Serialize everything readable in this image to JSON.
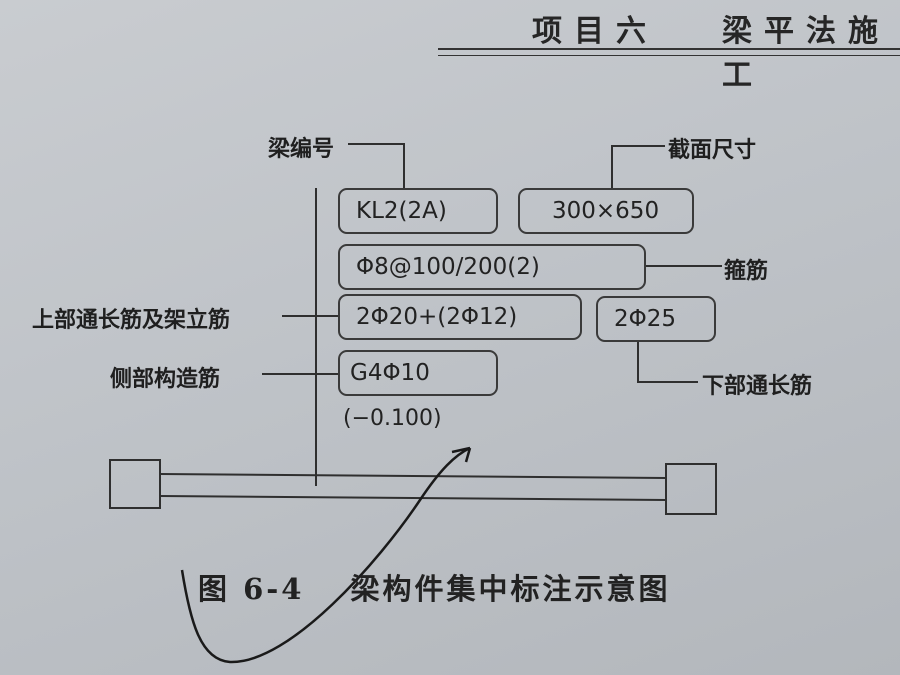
{
  "header": {
    "project": "项目六",
    "chapter": "梁平法施工"
  },
  "boxes": {
    "beam_id": "KL2(2A)",
    "section_size": "300×650",
    "stirrup": "Φ8@100/200(2)",
    "top_bars": "2Φ20+(2Φ12)",
    "bottom_bars": "2Φ25",
    "side_bars": "G4Φ10",
    "elevation": "(−0.100)"
  },
  "labels": {
    "beam_id": "梁编号",
    "section_size": "截面尺寸",
    "stirrup": "箍筋",
    "top_bars": "上部通长筋及架立筋",
    "side_bars": "侧部构造筋",
    "bottom_bars": "下部通长筋"
  },
  "caption": {
    "number": "图 6-4",
    "title": "梁构件集中标注示意图"
  }
}
